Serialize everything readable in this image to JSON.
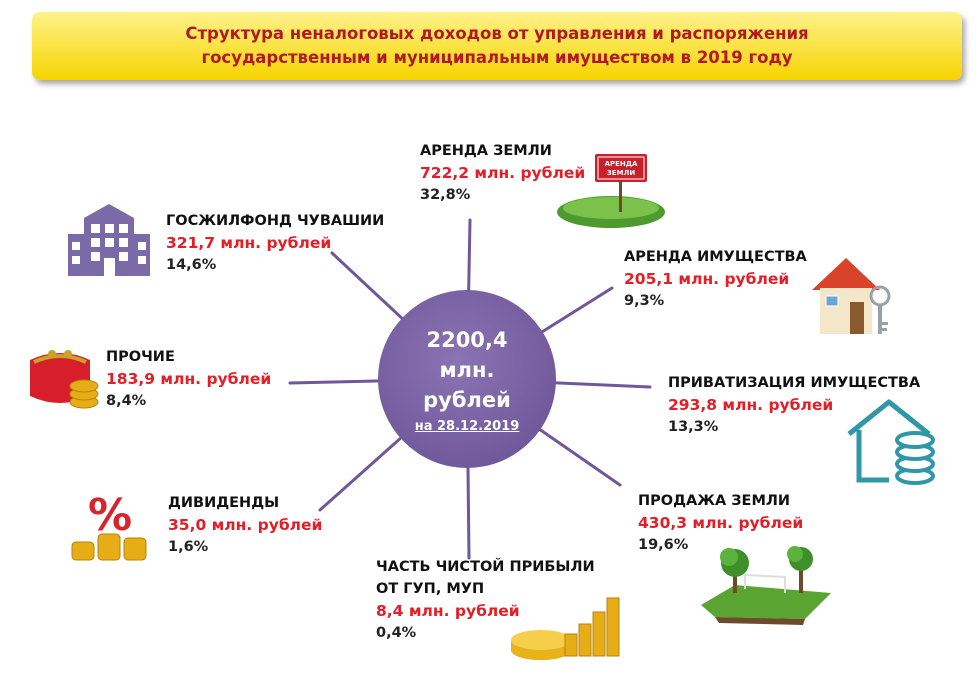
{
  "title": {
    "line1": "Структура неналоговых доходов от управления и распоряжения",
    "line2": "государственным и муниципальным имуществом в 2019 году"
  },
  "center": {
    "line1": "2200,4",
    "line2": "млн.",
    "line3": "рублей",
    "date": "на 28.12.2019"
  },
  "items": [
    {
      "label": "АРЕНДА ЗЕМЛИ",
      "value": "722,2 млн. рублей",
      "percent": "32,8%",
      "icon": "land-sign-icon"
    },
    {
      "label": "АРЕНДА ИМУЩЕСТВА",
      "value": "205,1 млн. рублей",
      "percent": "9,3%",
      "icon": "house-keys-icon"
    },
    {
      "label": "ПРИВАТИЗАЦИЯ ИМУЩЕСТВА",
      "value": "293,8 млн. рублей",
      "percent": "13,3%",
      "icon": "house-coins-icon"
    },
    {
      "label": "ПРОДАЖА ЗЕМЛИ",
      "value": "430,3 млн. рублей",
      "percent": "19,6%",
      "icon": "trees-plot-icon"
    },
    {
      "label_line1": "ЧАСТЬ ЧИСТОЙ ПРИБЫЛИ",
      "label_line2": "ОТ ГУП, МУП",
      "value": "8,4 млн. рублей",
      "percent": "0,4%",
      "icon": "gold-coins-chart-icon"
    },
    {
      "label": "ДИВИДЕНДЫ",
      "value": "35,0 млн. рублей",
      "percent": "1,6%",
      "icon": "percent-coins-icon"
    },
    {
      "label": "ПРОЧИЕ",
      "value": "183,9 млн. рублей",
      "percent": "8,4%",
      "icon": "purse-icon"
    },
    {
      "label": "ГОСЖИЛФОНД ЧУВАШИИ",
      "value": "321,7 млн. рублей",
      "percent": "14,6%",
      "icon": "apartment-building-icon"
    }
  ],
  "colors": {
    "banner": "#f5d400",
    "title_text": "#b31923",
    "hub": "#6f5799",
    "spokes": "#6f5799",
    "value_text": "#e41e26"
  }
}
